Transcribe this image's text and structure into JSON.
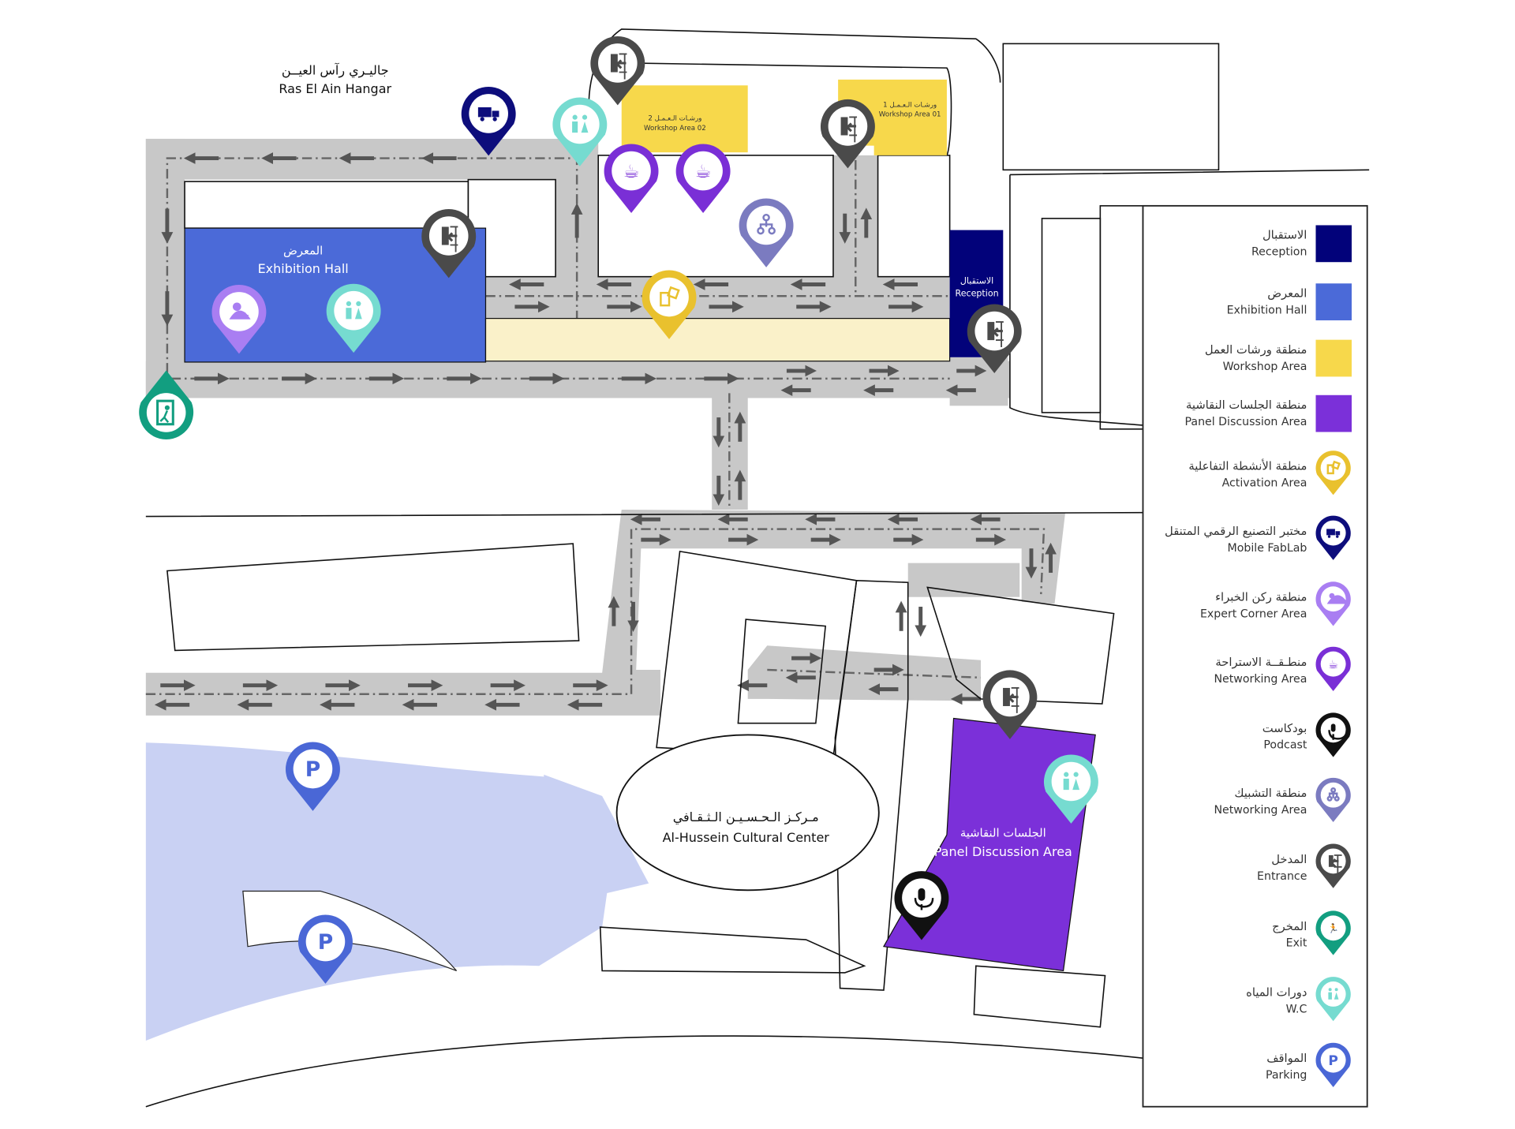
{
  "venue": {
    "hangar_ar": "جاليـري رآس العيــن",
    "hangar_en": "Ras El Ain Hangar",
    "center_ar": "مـركـز الـحـسـيـن الـثـقـافي",
    "center_en": "Al-Hussein Cultural Center"
  },
  "zones": {
    "exhibition_ar": "المعرض",
    "exhibition_en": "Exhibition Hall",
    "workshop2_ar": "ورشـات الـعـمـل 2",
    "workshop2_en": "Workshop Area 02",
    "workshop1_ar": "ورشـات الـعـمـل 1",
    "workshop1_en": "Workshop Area 01",
    "reception_ar": "الاستقبال",
    "reception_en": "Reception",
    "panel_ar": "الجلسات النقاشية",
    "panel_en": "Panel Discussion Area"
  },
  "colors": {
    "reception": "#02027a",
    "exhibition": "#4b6ad8",
    "workshop": "#f7d84b",
    "workshop_light": "#faf1c9",
    "panel": "#7b30d9",
    "activation": "#e9c12e",
    "fablab": "#0d0d7c",
    "expert": "#a97ef2",
    "networking_break": "#7a2fd6",
    "podcast": "#111111",
    "networking": "#7b7bc0",
    "entrance": "#4a4a4a",
    "exit": "#129e80",
    "wc": "#76dbd0",
    "parking": "#4a67d6",
    "parking_area": "#c9d1f3",
    "road": "#c8c8c8"
  },
  "legend": [
    {
      "key": "reception",
      "ar": "الاستقبال",
      "en": "Reception",
      "kind": "swatch",
      "icon": "square"
    },
    {
      "key": "exhibition",
      "ar": "المعرض",
      "en": "Exhibition Hall",
      "kind": "swatch",
      "icon": "square"
    },
    {
      "key": "workshop",
      "ar": "منطقة ورشات العمل",
      "en": "Workshop Area",
      "kind": "swatch",
      "icon": "square"
    },
    {
      "key": "panel",
      "ar": "منطقة الجلسات النقاشية",
      "en": "Panel Discussion Area",
      "kind": "swatch",
      "icon": "square"
    },
    {
      "key": "activation",
      "ar": "منطقة الأنشطة التفاعلية",
      "en": "Activation Area",
      "kind": "pin",
      "icon": "puzzle-icon"
    },
    {
      "key": "fablab",
      "ar": "مختبر التصنيع الرقمي المتنقل",
      "en": "Mobile FabLab",
      "kind": "pin",
      "icon": "truck-icon"
    },
    {
      "key": "expert",
      "ar": "منطقة ركن الخبراء",
      "en": "Expert Corner Area",
      "kind": "pin",
      "icon": "expert-icon"
    },
    {
      "key": "networking_break",
      "ar": "منطـقــة الاستراحة",
      "en": "Networking Area",
      "kind": "pin",
      "icon": "coffee-icon"
    },
    {
      "key": "podcast",
      "ar": "بودكاست",
      "en": "Podcast",
      "kind": "pin",
      "icon": "microphone-icon"
    },
    {
      "key": "networking",
      "ar": "منطقة التشبيك",
      "en": "Networking Area",
      "kind": "pin",
      "icon": "network-icon"
    },
    {
      "key": "entrance",
      "ar": "المدخل",
      "en": "Entrance",
      "kind": "pin",
      "icon": "entrance-door-icon"
    },
    {
      "key": "exit",
      "ar": "المخرج",
      "en": "Exit",
      "kind": "pin",
      "icon": "exit-icon"
    },
    {
      "key": "wc",
      "ar": "دورات المياه",
      "en": "W.C",
      "kind": "pin",
      "icon": "wc-icon"
    },
    {
      "key": "parking",
      "ar": "المواقف",
      "en": "Parking",
      "kind": "pin",
      "icon": "parking-icon"
    }
  ],
  "parking_letter": "P"
}
